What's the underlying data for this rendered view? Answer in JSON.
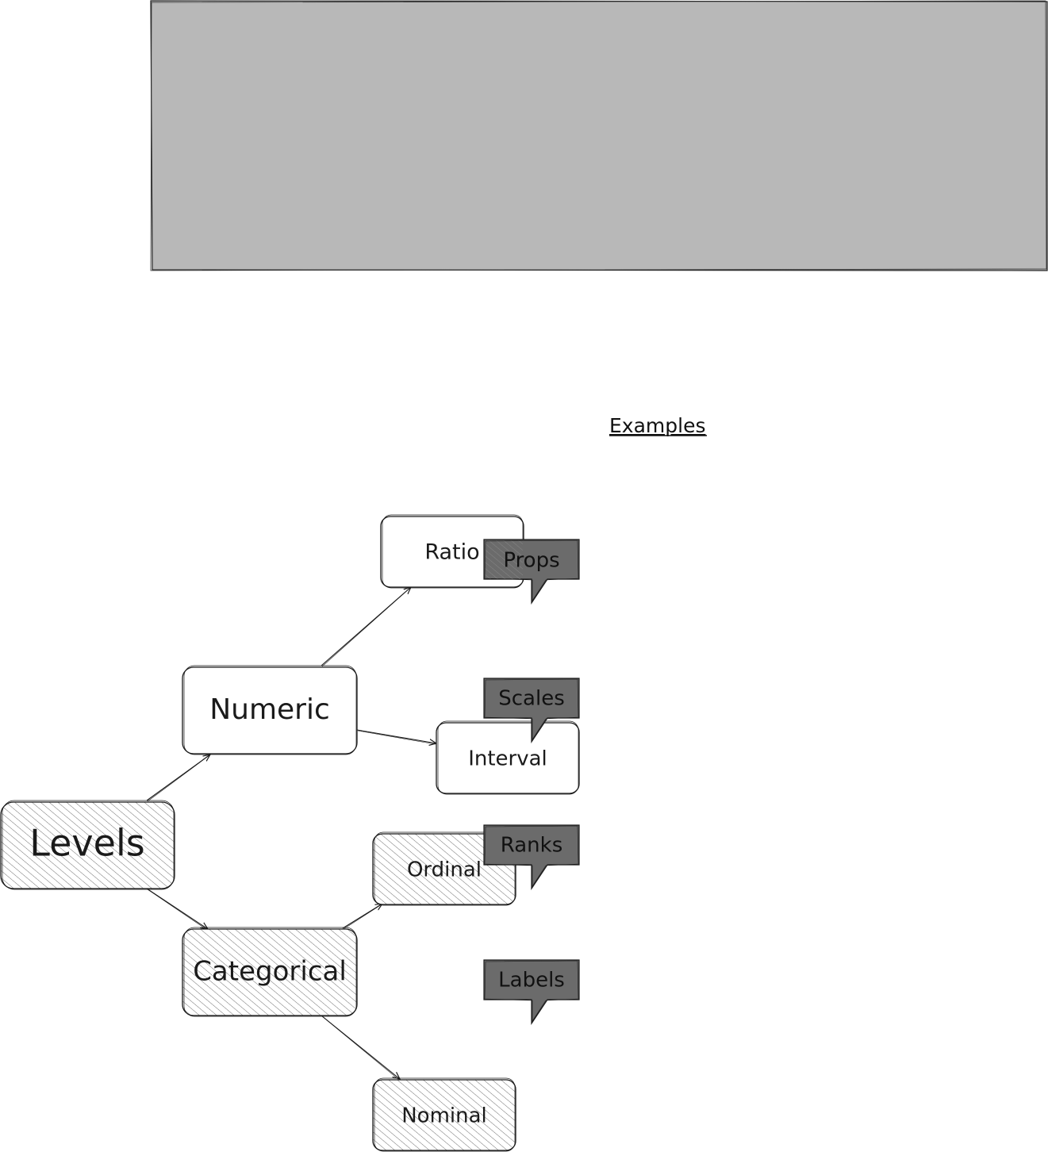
{
  "diagram": {
    "banner": {
      "fill": "#b8b8b8",
      "stroke": "#222222"
    },
    "heading": "Examples",
    "colors": {
      "stroke": "#1a1a1a",
      "hatch": "#6f6f6f",
      "box_fill": "#ffffff",
      "callout_fill": "#6b6b6b"
    },
    "nodes": [
      {
        "id": "levels",
        "label": "Levels",
        "style": "hatched"
      },
      {
        "id": "numeric",
        "label": "Numeric",
        "style": "plain"
      },
      {
        "id": "categorical",
        "label": "Categorical",
        "style": "hatched"
      },
      {
        "id": "ratio",
        "label": "Ratio",
        "style": "plain"
      },
      {
        "id": "interval",
        "label": "Interval",
        "style": "plain"
      },
      {
        "id": "ordinal",
        "label": "Ordinal",
        "style": "hatched"
      },
      {
        "id": "nominal",
        "label": "Nominal",
        "style": "hatched"
      }
    ],
    "edges": [
      {
        "from": "levels",
        "to": "numeric"
      },
      {
        "from": "levels",
        "to": "categorical"
      },
      {
        "from": "numeric",
        "to": "ratio"
      },
      {
        "from": "numeric",
        "to": "interval"
      },
      {
        "from": "categorical",
        "to": "ordinal"
      },
      {
        "from": "categorical",
        "to": "nominal"
      }
    ],
    "callouts": [
      {
        "id": "props",
        "label": "Props",
        "target": "ratio"
      },
      {
        "id": "scales",
        "label": "Scales",
        "target": "interval"
      },
      {
        "id": "ranks",
        "label": "Ranks",
        "target": "ordinal"
      },
      {
        "id": "labels",
        "label": "Labels",
        "target": "nominal"
      }
    ]
  }
}
